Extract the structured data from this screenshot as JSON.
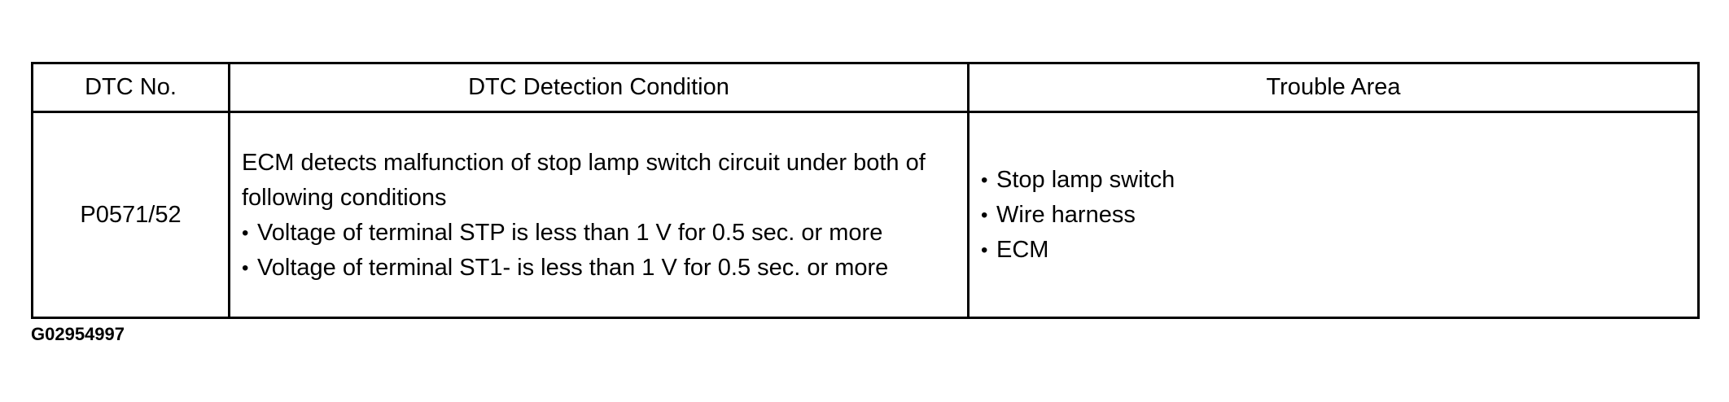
{
  "table": {
    "headers": {
      "dtc_no": "DTC No.",
      "detection_condition": "DTC Detection Condition",
      "trouble_area": "Trouble Area"
    },
    "rows": [
      {
        "dtc_no": "P0571/52",
        "condition_intro": "ECM detects malfunction of stop lamp switch circuit under both of following conditions",
        "condition_bullets": [
          "Voltage of terminal STP is less than 1 V for 0.5 sec. or more",
          "Voltage of terminal ST1- is less than 1 V for 0.5 sec. or more"
        ],
        "trouble_areas": [
          "Stop lamp switch",
          "Wire harness",
          "ECM"
        ]
      }
    ]
  },
  "bullet_glyph": "•",
  "figure_id": "G02954997"
}
